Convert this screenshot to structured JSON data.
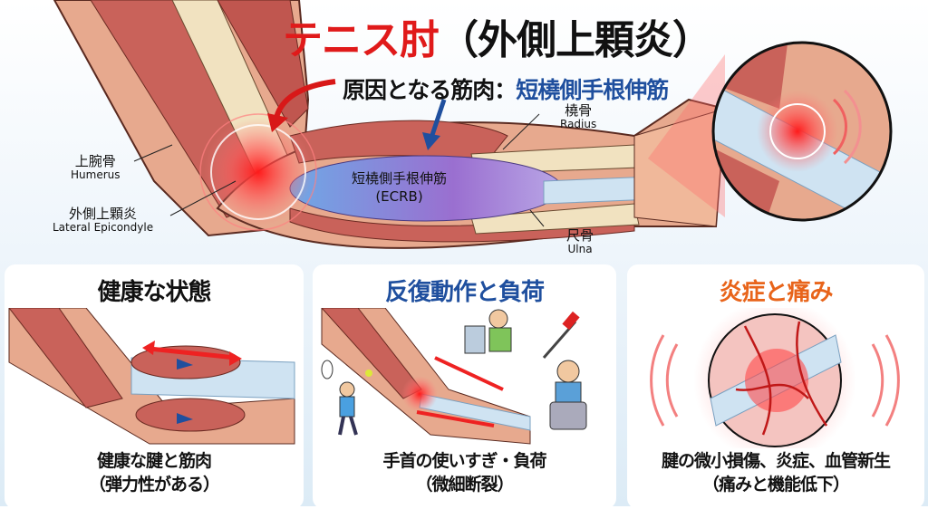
{
  "header": {
    "title_main": "テニス肘",
    "title_paren": "（外側上顆炎）",
    "subtitle_prefix": "原因となる筋肉：",
    "subtitle_muscle": "短橈側手根伸筋"
  },
  "labels": {
    "humerus": {
      "jp": "上腕骨",
      "en": "Humerus"
    },
    "epicondyle": {
      "jp": "外側上顆炎",
      "en": "Lateral Epicondyle"
    },
    "radius": {
      "jp": "橈骨",
      "en": "Radius"
    },
    "ulna": {
      "jp": "尺骨",
      "en": "Ulna"
    },
    "ecrb": {
      "jp": "短橈側手根伸筋",
      "en": "(ECRB)"
    }
  },
  "panels": [
    {
      "title": "健康な状態",
      "caption1": "健康な腱と筋肉",
      "caption2": "（弾力性がある）",
      "title_color": "#111111"
    },
    {
      "title": "反復動作と負荷",
      "caption1": "手首の使いすぎ・負荷",
      "caption2": "（微細断裂）",
      "title_color": "#1f4f9e"
    },
    {
      "title": "炎症と痛み",
      "caption1": "腱の微小損傷、炎症、血管新生",
      "caption2": "（痛みと機能低下）",
      "title_color": "#e8641a"
    }
  ],
  "colors": {
    "accent_red": "#e01a1a",
    "accent_blue": "#1f4f9e",
    "accent_orange": "#e8641a",
    "muscle": "#c9625a",
    "bone": "#f1e2c0",
    "tendon": "#cfe3f2",
    "ecrb": "#8f6fd0"
  }
}
